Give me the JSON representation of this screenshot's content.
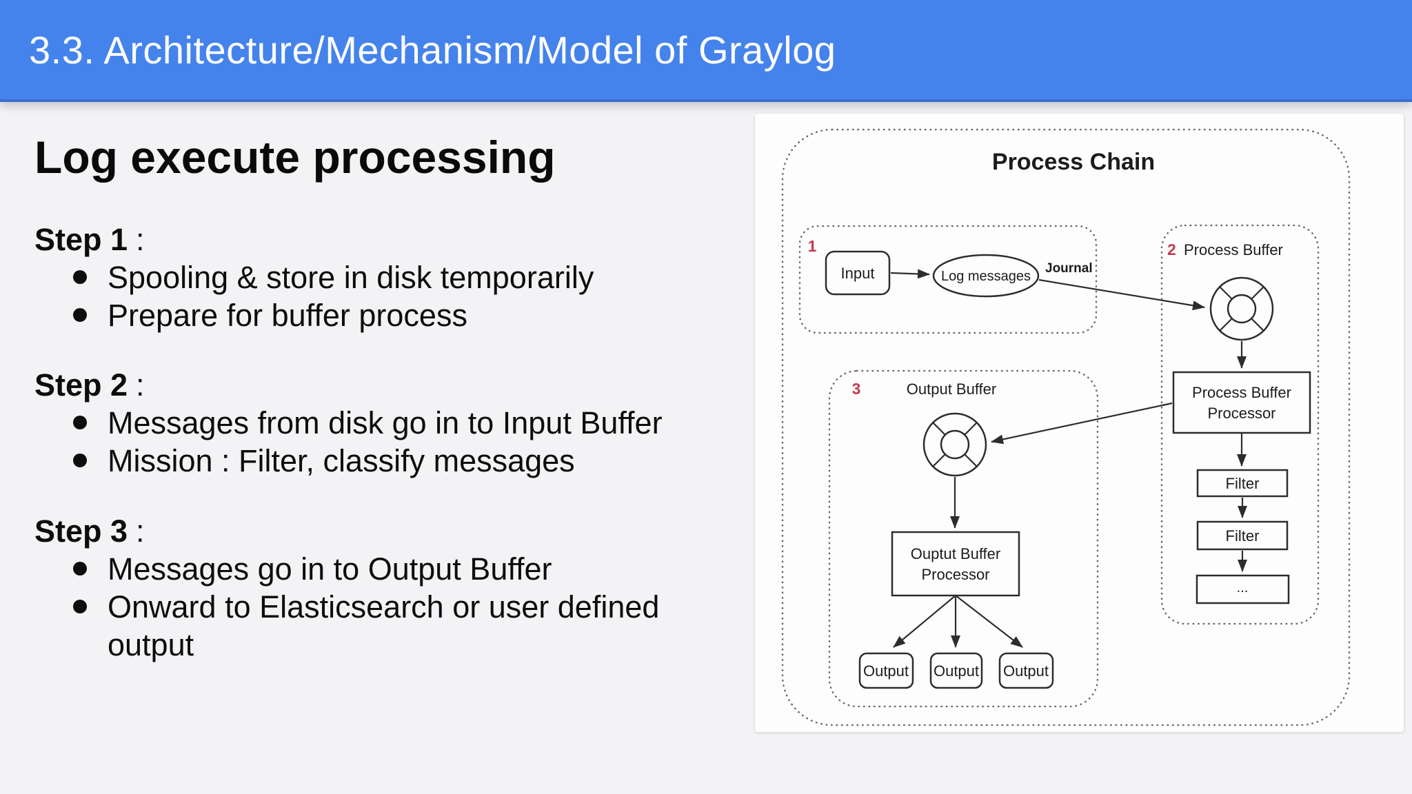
{
  "header": {
    "title": "3.3. Architecture/Mechanism/Model of Graylog"
  },
  "slide": {
    "title": "Log execute processing",
    "steps": [
      {
        "label": "Step 1",
        "colon": ":",
        "bullets": [
          "Spooling & store in disk temporarily",
          "Prepare for buffer process"
        ]
      },
      {
        "label": "Step 2",
        "colon": ":",
        "bullets": [
          "Messages from disk go in to Input Buffer",
          "Mission : Filter, classify messages"
        ]
      },
      {
        "label": "Step 3",
        "colon": ":",
        "bullets": [
          "Messages go in to Output Buffer",
          "Onward to Elasticsearch or user defined output"
        ]
      }
    ]
  },
  "diagram": {
    "title": "Process Chain",
    "input_group": {
      "number": "1",
      "input_label": "Input",
      "log_messages_label": "Log messages",
      "journal_label": "Journal"
    },
    "process_buffer_group": {
      "number": "2",
      "heading": "Process Buffer",
      "processor_line1": "Process Buffer",
      "processor_line2": "Processor",
      "filter1": "Filter",
      "filter2": "Filter",
      "more_label": "..."
    },
    "output_buffer_group": {
      "number": "3",
      "heading": "Output Buffer",
      "processor_line1": "Ouptut Buffer",
      "processor_line2": "Processor",
      "outputs": [
        "Output",
        "Output",
        "Output"
      ]
    }
  },
  "colors": {
    "header_bg": "#4583ec",
    "header_text": "#ffffff",
    "page_bg": "#f3f3f5",
    "panel_bg": "#fdfdfd",
    "accent_red": "#c23b50",
    "line": "#2d2d2d"
  }
}
